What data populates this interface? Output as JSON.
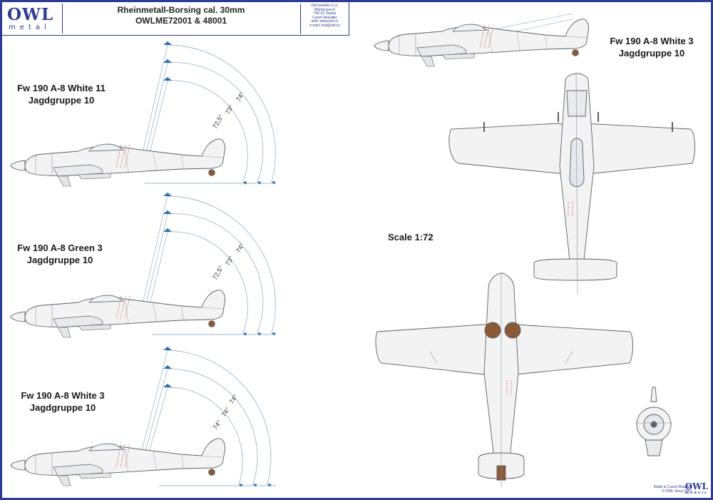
{
  "header": {
    "logo_main": "OWL",
    "logo_sub": "metal",
    "title_line1": "Rheinmetall-Borsing cal. 30mm",
    "title_line2": "OWLME72001 & 48001",
    "address": [
      "Owl models s.r.o.",
      "Mûrnecova 6",
      "746 01 Opava",
      "Czech Republic",
      "web: www.owl.cz",
      "e-mail: owl@owl.cz"
    ]
  },
  "profiles": [
    {
      "name": "Fw 190 A-8 White 11",
      "unit": "Jagdgruppe 10",
      "angles": [
        "74°",
        "73°",
        "72,5°"
      ]
    },
    {
      "name": "Fw 190 A-8 Green 3",
      "unit": "Jagdgruppe 10",
      "angles": [
        "74°",
        "73°",
        "72,5°"
      ]
    },
    {
      "name": "Fw 190 A-8 White 3",
      "unit": "Jagdgruppe 10",
      "angles": [
        "74°",
        "74°",
        "74°"
      ]
    }
  ],
  "right_caption": {
    "name": "Fw 190 A-8 White 3",
    "unit": "Jagdgruppe 10"
  },
  "scale": "Scale 1:72",
  "footer": {
    "line1": "Made in Czech Republic",
    "line2": "© OWL Since 2001",
    "logo": "OWL",
    "logo_sub": "models"
  },
  "colors": {
    "border": "#2d3c92",
    "aircraft_fill": "#f3f3f4",
    "aircraft_stroke": "#5a5f6a",
    "guide_line": "#9fb8cf",
    "arrow": "#2a6fb0",
    "gun_marks": "#c9676a",
    "tyre": "#8a5a36"
  }
}
